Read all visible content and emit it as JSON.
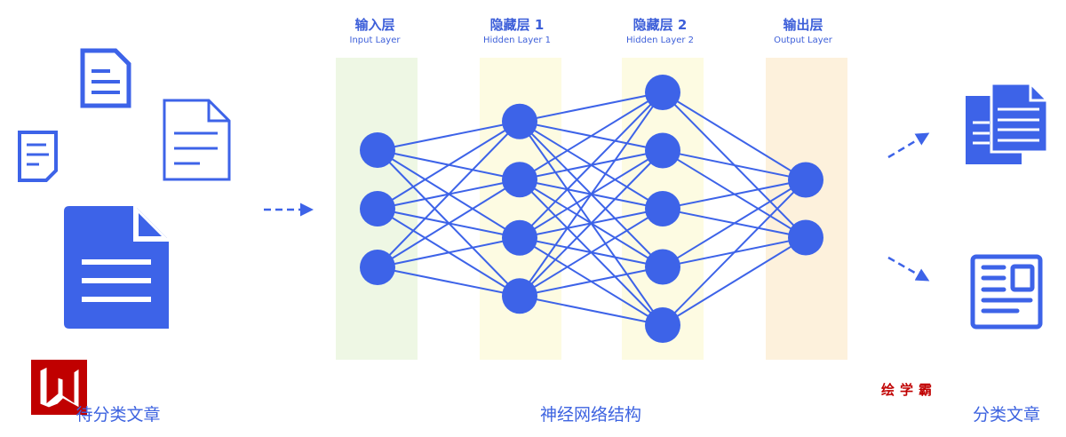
{
  "layers": [
    {
      "title": "输入层",
      "subtitle": "Input Layer",
      "nodes": 3,
      "band_color": "#eef7e4"
    },
    {
      "title": "隐藏层 1",
      "subtitle": "Hidden Layer 1",
      "nodes": 4,
      "band_color": "#fdfbe2"
    },
    {
      "title": "隐藏层 2",
      "subtitle": "Hidden Layer 2",
      "nodes": 5,
      "band_color": "#fdfbe2"
    },
    {
      "title": "输出层",
      "subtitle": "Output Layer",
      "nodes": 2,
      "band_color": "#fdf1dc"
    }
  ],
  "labels": {
    "input_docs": "待分类文章",
    "network": "神经网络结构",
    "output_docs": "分类文章"
  },
  "watermark": "绘学霸",
  "colors": {
    "primary": "#3d63e8",
    "logo": "#c00000"
  }
}
